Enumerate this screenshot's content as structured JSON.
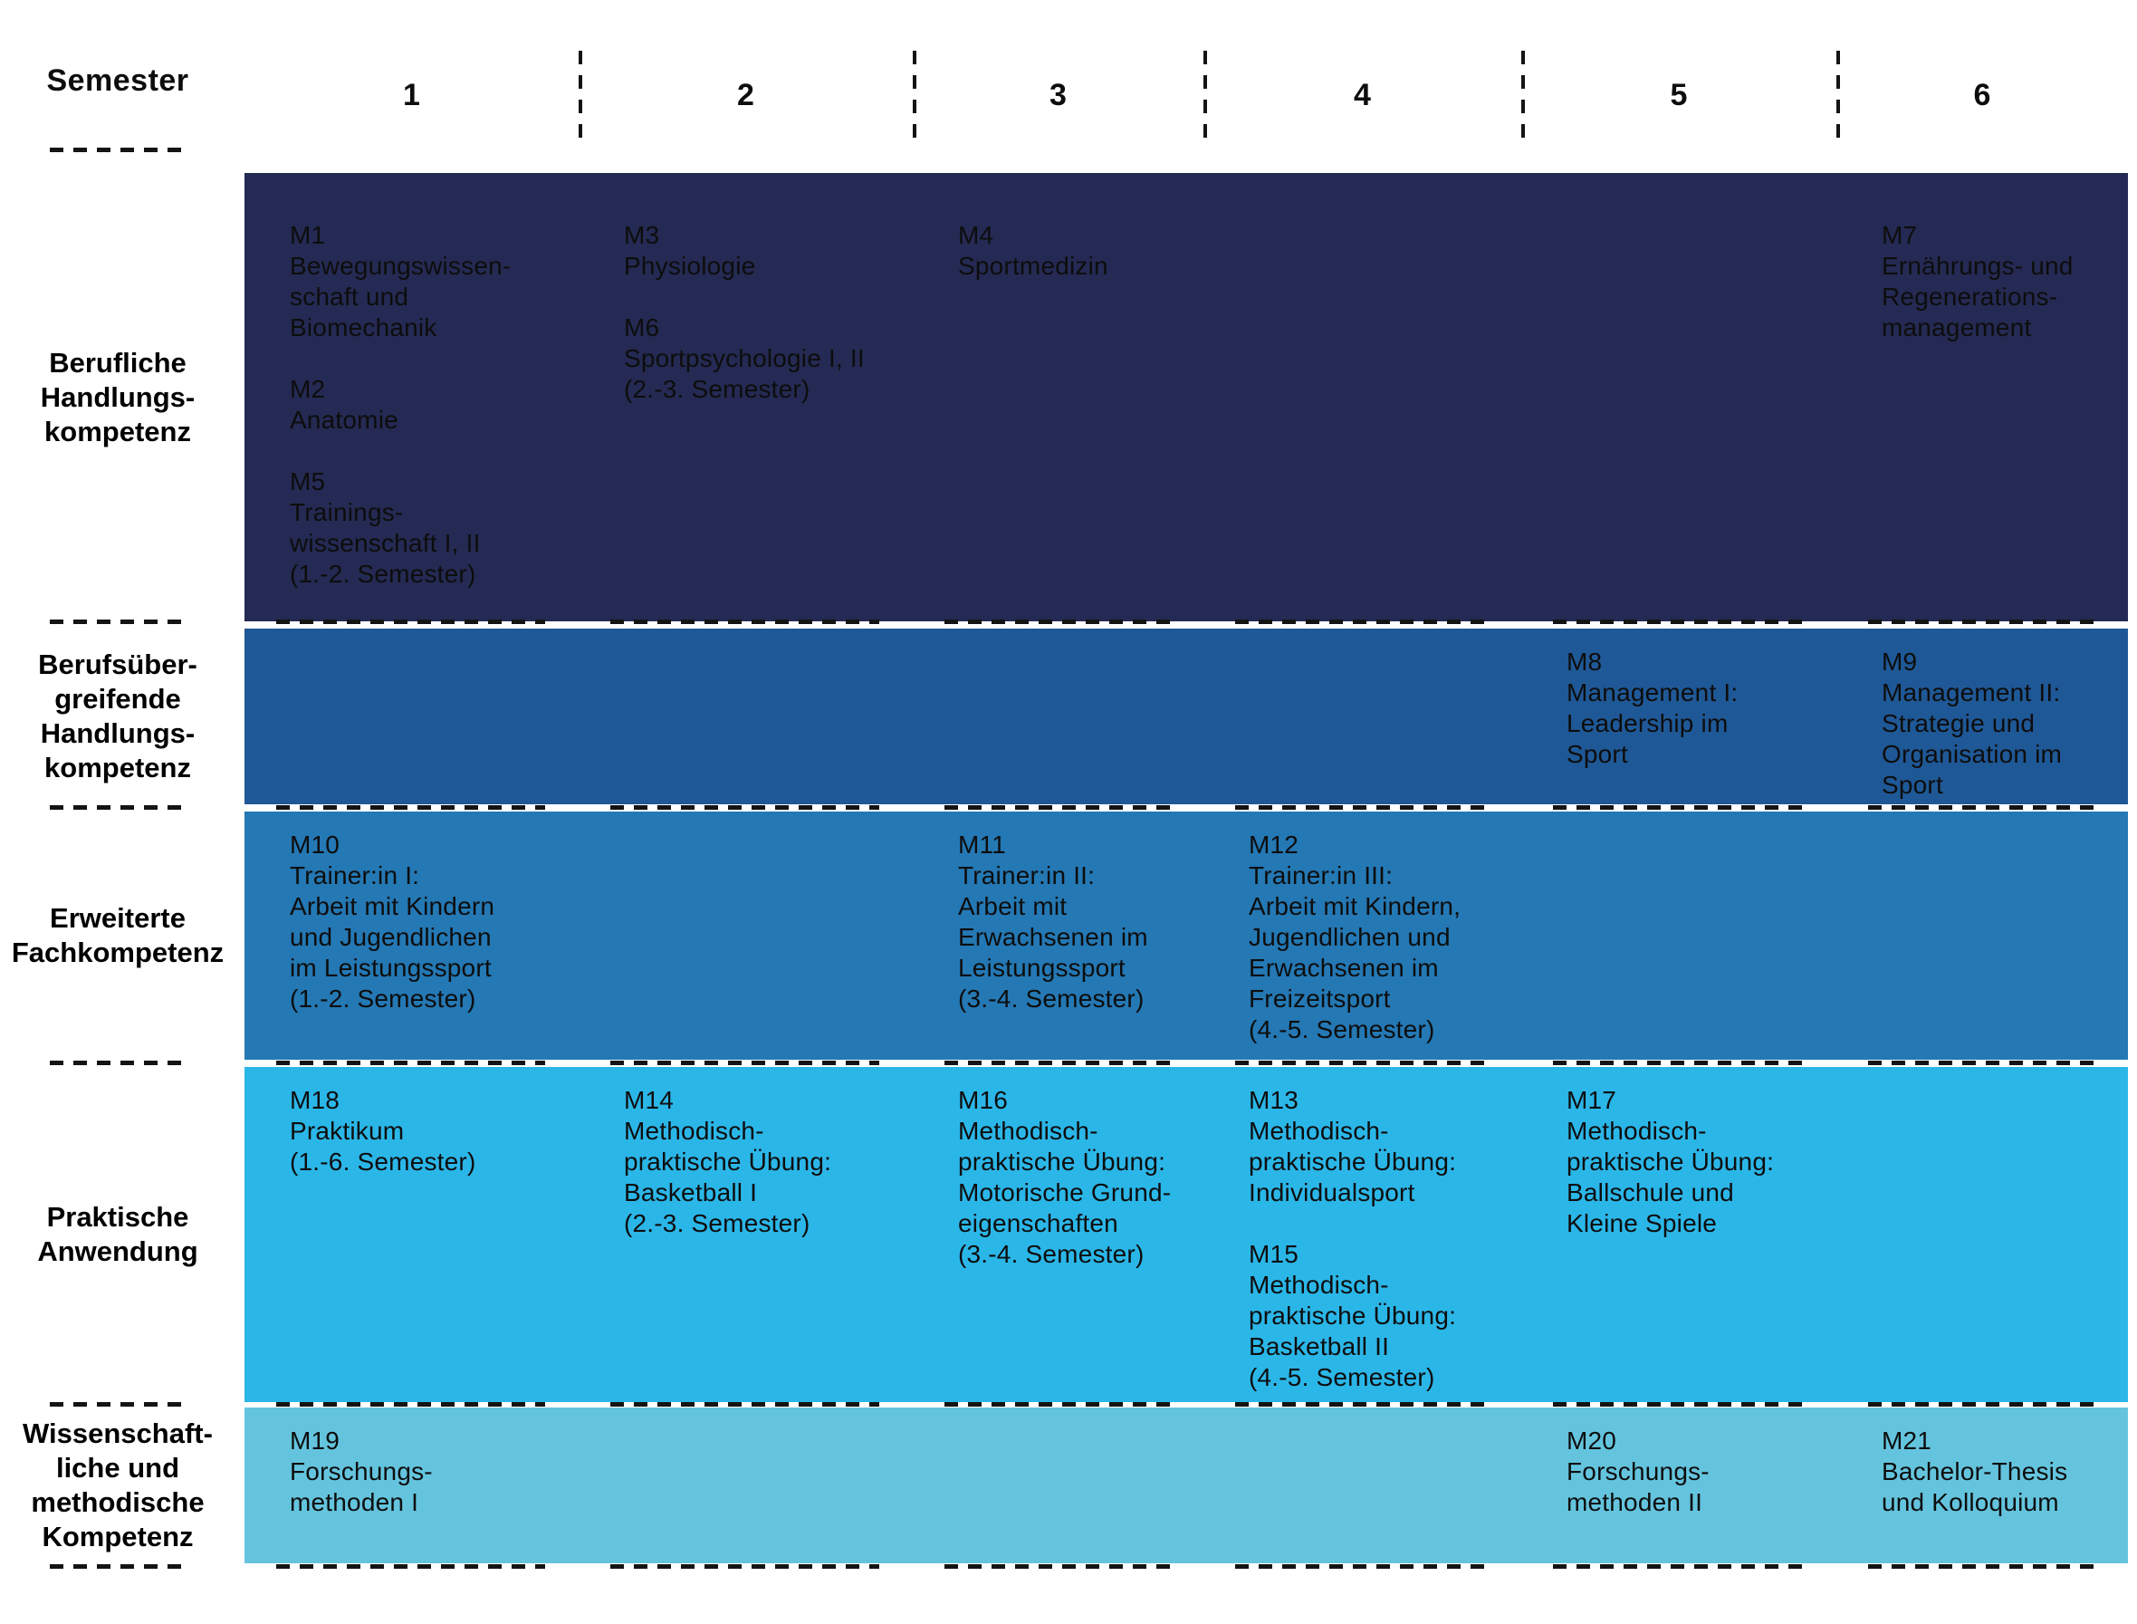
{
  "header": {
    "semester_label": "Semester",
    "columns": [
      "1",
      "2",
      "3",
      "4",
      "5",
      "6"
    ]
  },
  "colors": {
    "background": "#ffffff",
    "row_berufliche_handlungskompetenz": "#242a53",
    "row_berufsuebergreifende_handlungskompetenz": "#1f5896",
    "row_erweiterte_fachkompetenz": "#2478b4",
    "row_praktische_anwendung": "#2bb6e8",
    "row_wissenschaftliche_methodische_kompetenz": "#64c4de",
    "module_text": "#0d0d0d",
    "dashed_lines": "#141414"
  },
  "rows": [
    {
      "label": "Berufliche\nHandlungs-\nkompetenz",
      "modules_by_semester": {
        "s1": [
          "M1\nBewegungswissen-\nschaft und\nBiomechanik",
          "M2\nAnatomie",
          "M5\nTrainings-\nwissenschaft I, II\n(1.-2. Semester)"
        ],
        "s2": [
          "M3\nPhysiologie",
          "M6\nSportpsychologie I, II\n(2.-3. Semester)"
        ],
        "s3": [
          "M4\nSportmedizin"
        ],
        "s4": [],
        "s5": [],
        "s6": [
          "M7\nErnährungs- und\nRegenerations-\nmanagement"
        ]
      }
    },
    {
      "label": "Berufsüber-\ngreifende\nHandlungs-\nkompetenz",
      "modules_by_semester": {
        "s1": [],
        "s2": [],
        "s3": [],
        "s4": [],
        "s5": [
          "M8\nManagement I:\nLeadership im\nSport"
        ],
        "s6": [
          "M9\nManagement II:\nStrategie und\nOrganisation im\nSport"
        ]
      }
    },
    {
      "label": "Erweiterte\nFachkompetenz",
      "modules_by_semester": {
        "s1": [
          "M10\nTrainer:in I:\nArbeit mit Kindern\nund Jugendlichen\nim Leistungssport\n(1.-2. Semester)"
        ],
        "s2": [],
        "s3": [
          "M11\nTrainer:in II:\nArbeit mit\nErwachsenen im\nLeistungssport\n(3.-4. Semester)"
        ],
        "s4": [
          "M12\nTrainer:in III:\nArbeit mit Kindern,\nJugendlichen und\nErwachsenen im\nFreizeitsport\n(4.-5. Semester)"
        ],
        "s5": [],
        "s6": []
      }
    },
    {
      "label": "Praktische\nAnwendung",
      "modules_by_semester": {
        "s1": [
          "M18\nPraktikum\n(1.-6. Semester)"
        ],
        "s2": [
          "M14\nMethodisch-\npraktische Übung:\nBasketball I\n(2.-3. Semester)"
        ],
        "s3": [
          "M16\nMethodisch-\npraktische Übung:\nMotorische Grund-\neigenschaften\n(3.-4. Semester)"
        ],
        "s4": [
          "M13\nMethodisch-\npraktische Übung:\nIndividualsport",
          "M15\nMethodisch-\npraktische Übung:\nBasketball II\n(4.-5. Semester)"
        ],
        "s5": [
          "M17\nMethodisch-\npraktische Übung:\nBallschule und\nKleine Spiele"
        ],
        "s6": []
      }
    },
    {
      "label": "Wissenschaft-\nliche und\nmethodische\nKompetenz",
      "modules_by_semester": {
        "s1": [
          "M19\nForschungs-\nmethoden I"
        ],
        "s2": [],
        "s3": [],
        "s4": [],
        "s5": [
          "M20\nForschungs-\nmethoden II"
        ],
        "s6": [
          "M21\nBachelor-Thesis\nund Kolloquium"
        ]
      }
    }
  ]
}
